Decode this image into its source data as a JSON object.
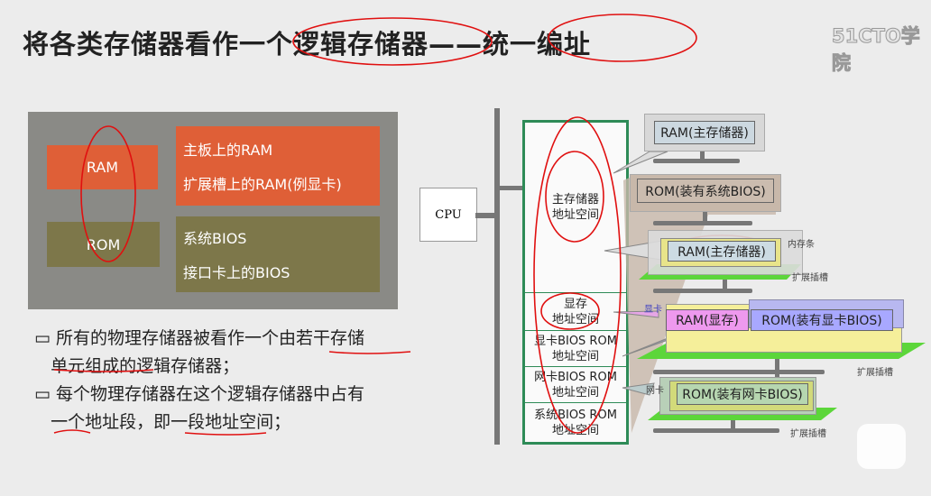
{
  "title": "将各类存储器看作一个逻辑存储器——统一编址",
  "watermark": "51CTO学院",
  "left_panel": {
    "ram_label": "RAM",
    "rom_label": "ROM",
    "ram_items": [
      "主板上的RAM",
      "扩展槽上的RAM(例显卡)"
    ],
    "rom_items": [
      "系统BIOS",
      "接口卡上的BIOS"
    ]
  },
  "bullets": [
    {
      "line1": "所有的物理存储器被看作一个由若干存储",
      "line2": "单元组成的逻辑存储器；"
    },
    {
      "line1": "每个物理存储器在这个逻辑存储器中占有",
      "line2": "一个地址段，即一段地址空间；"
    }
  ],
  "diagram": {
    "cpu": "CPU",
    "sections": [
      {
        "l1": "主存储器",
        "l2": "地址空间"
      },
      {
        "l1": "显存",
        "l2": "地址空间"
      },
      {
        "l1": "显卡BIOS ROM",
        "l2": "地址空间"
      },
      {
        "l1": "网卡BIOS ROM",
        "l2": "地址空间"
      },
      {
        "l1": "系统BIOS ROM",
        "l2": "地址空间"
      }
    ],
    "modules": {
      "ram_main": "RAM(主存储器)",
      "rom_sys": "ROM(装有系统BIOS)",
      "ram_stick": "RAM(主存储器)",
      "ram_video": "RAM(显存)",
      "rom_video": "ROM(装有显卡BIOS)",
      "rom_nic": "ROM(装有网卡BIOS)"
    },
    "labels": {
      "memory_stick": "内存条",
      "slot1": "扩展插槽",
      "slot2": "扩展插槽",
      "slot3": "扩展插槽",
      "video_card": "显卡",
      "nic": "网卡"
    }
  }
}
